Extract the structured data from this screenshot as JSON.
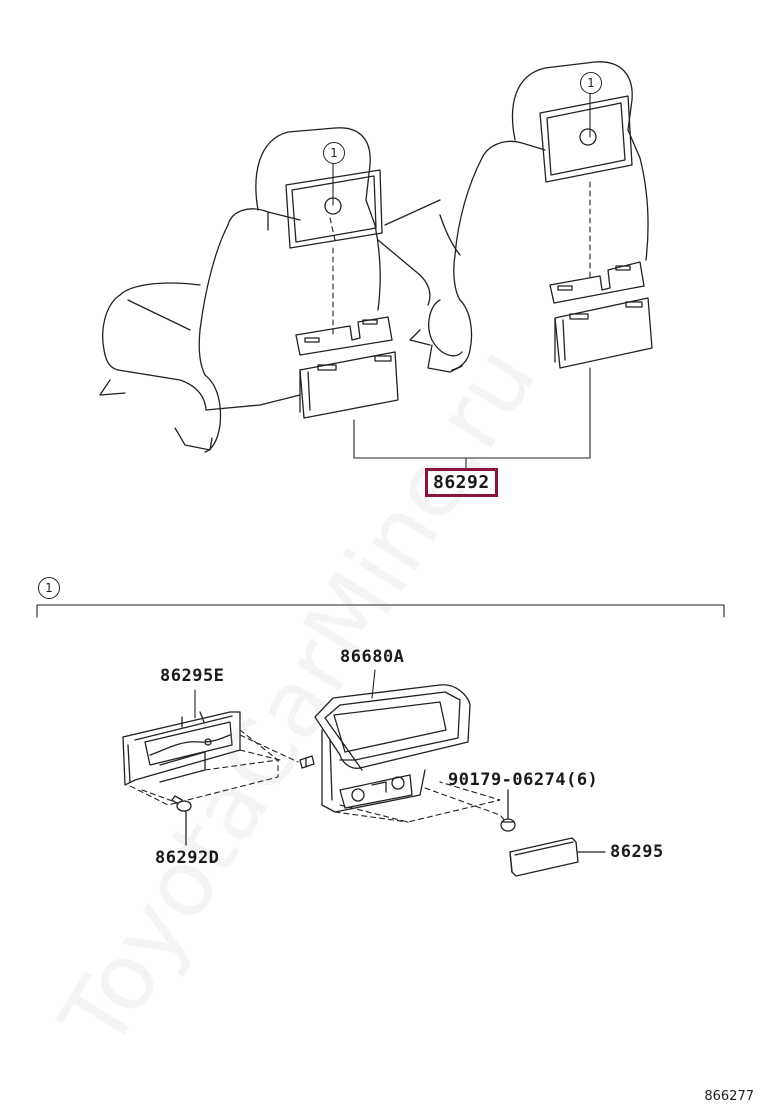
{
  "watermark": "ToyotaCarMine.ru",
  "diagram_code": "866277",
  "callout_symbol": "1",
  "parts": {
    "holder_assembly": "86292",
    "bracket": "86295E",
    "monitor": "86680A",
    "clip": "86292D",
    "screw": "90179-06274(6)",
    "cover": "86295"
  }
}
